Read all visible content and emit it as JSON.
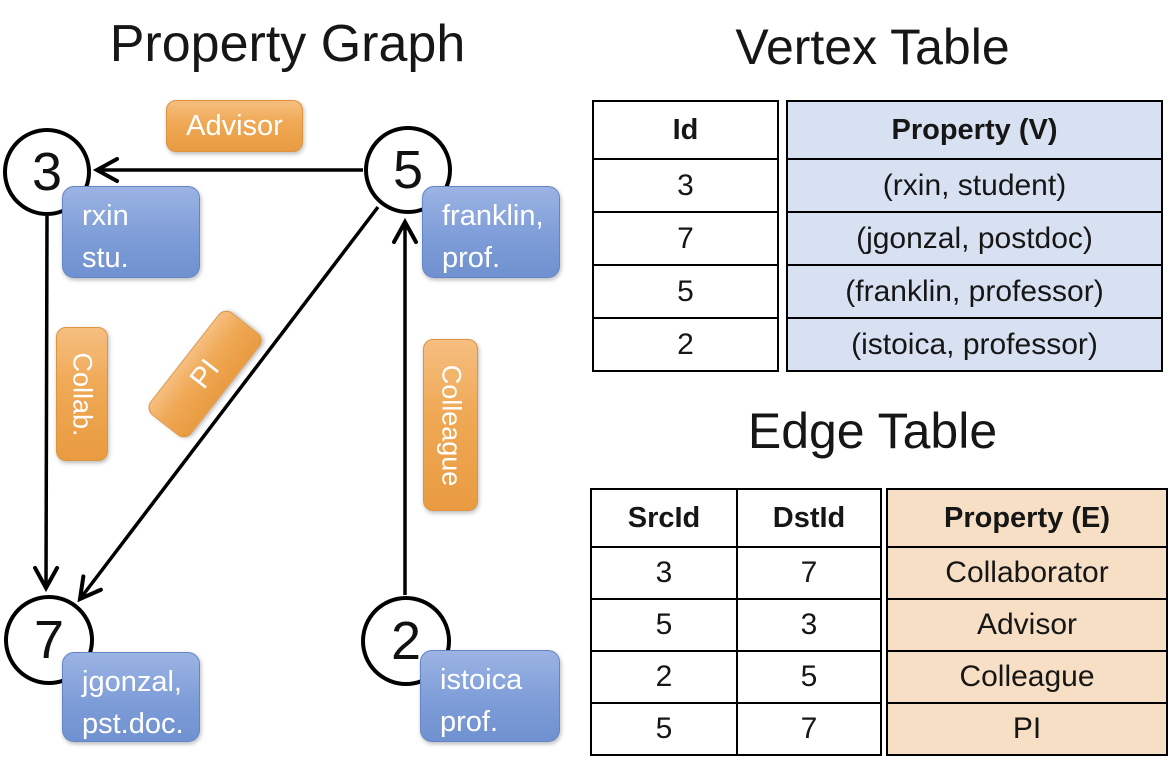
{
  "graph": {
    "title": "Property Graph",
    "nodes": [
      {
        "id": "3",
        "label_line1": "rxin",
        "label_line2": "stu."
      },
      {
        "id": "5",
        "label_line1": "franklin,",
        "label_line2": "prof."
      },
      {
        "id": "7",
        "label_line1": "jgonzal,",
        "label_line2": "pst.doc."
      },
      {
        "id": "2",
        "label_line1": "istoica",
        "label_line2": "prof."
      }
    ],
    "edge_labels": {
      "advisor": "Advisor",
      "collab": "Collab.",
      "pi": "PI",
      "colleague": "Colleague"
    }
  },
  "vertex_table": {
    "title": "Vertex Table",
    "columns": {
      "id": "Id",
      "property": "Property (V)"
    },
    "rows": [
      {
        "id": "3",
        "property": "(rxin, student)"
      },
      {
        "id": "7",
        "property": "(jgonzal, postdoc)"
      },
      {
        "id": "5",
        "property": "(franklin, professor)"
      },
      {
        "id": "2",
        "property": "(istoica, professor)"
      }
    ]
  },
  "edge_table": {
    "title": "Edge Table",
    "columns": {
      "src": "SrcId",
      "dst": "DstId",
      "property": "Property (E)"
    },
    "rows": [
      {
        "src": "3",
        "dst": "7",
        "property": "Collaborator"
      },
      {
        "src": "5",
        "dst": "3",
        "property": "Advisor"
      },
      {
        "src": "2",
        "dst": "5",
        "property": "Colleague"
      },
      {
        "src": "5",
        "dst": "7",
        "property": "PI"
      }
    ]
  },
  "colors": {
    "edge_label_orange": "#EFA854",
    "vertex_box_blue": "#7E9DD8",
    "vertex_table_fill": "#D7E1F2",
    "edge_table_fill": "#F6DFC5",
    "line_black": "#000000"
  }
}
